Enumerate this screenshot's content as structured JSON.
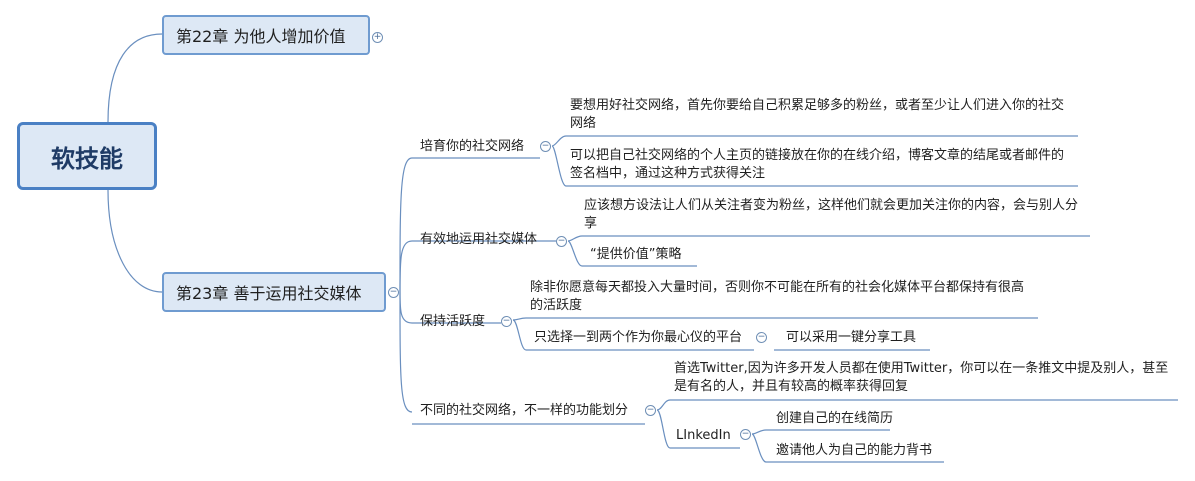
{
  "root": {
    "label": "软技能"
  },
  "chapter22": {
    "label": "第22章 为他人增加价值",
    "toggle": "+"
  },
  "chapter23": {
    "label": "第23章 善于运用社交媒体",
    "toggle": "−"
  },
  "branches": {
    "b1": {
      "label": "培育你的社交网络",
      "toggle": "−",
      "items": [
        "要想用好社交网络，首先你要给自己积累足够多的粉丝，或者至少让人们进入你的社交网络",
        "可以把自己社交网络的个人主页的链接放在你的在线介绍，博客文章的结尾或者邮件的签名档中，通过这种方式获得关注"
      ]
    },
    "b2": {
      "label": "有效地运用社交媒体",
      "toggle": "−",
      "items": [
        "应该想方设法让人们从关注者变为粉丝，这样他们就会更加关注你的内容，会与别人分享",
        "“提供价值”策略"
      ]
    },
    "b3": {
      "label": "保持活跃度",
      "toggle": "−",
      "items": [
        "除非你愿意每天都投入大量时间，否则你不可能在所有的社会化媒体平台都保持有很高的活跃度",
        "只选择一到两个作为你最心仪的平台"
      ],
      "sub_toggle": "−",
      "sub_item": "可以采用一键分享工具"
    },
    "b4": {
      "label": "不同的社交网络，不一样的功能划分",
      "toggle": "−",
      "items": [
        "首选Twitter,因为许多开发人员都在使用Twitter，你可以在一条推文中提及别人，甚至是有名的人，并且有较高的概率获得回复"
      ],
      "linkedin": {
        "label": "LInkedIn",
        "toggle": "−",
        "items": [
          "创建自己的在线简历",
          "邀请他人为自己的能力背书"
        ]
      }
    }
  }
}
